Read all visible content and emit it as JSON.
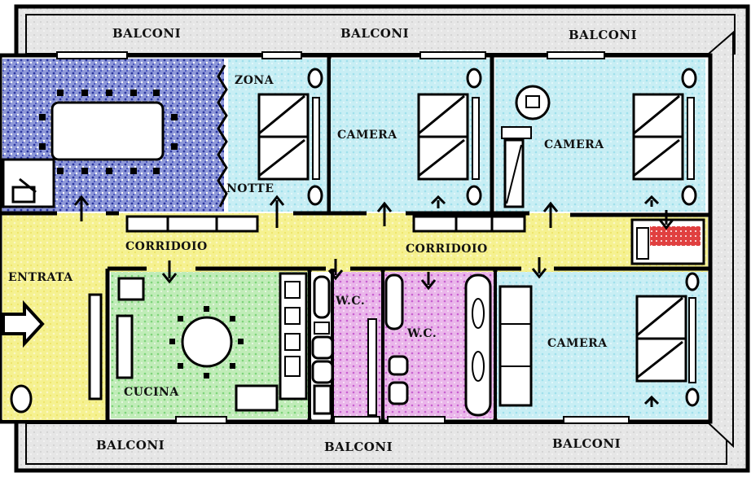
{
  "labels": {
    "balcony": "BALCONI",
    "zone": "ZONA",
    "night": "NOTTE",
    "room": "CAMERA",
    "corridor": "CORRIDOIO",
    "entrance": "ENTRATA",
    "kitchen": "CUCINA",
    "wc": "W.C."
  },
  "colors": {
    "wall": "#000000",
    "balcony": "#e4e4e4",
    "living": "#3a4ab0",
    "bedroom": "#c6ecf2",
    "corridor": "#f4f08a",
    "kitchen": "#b8eab0",
    "bathroom": "#e8a8e8",
    "closet": "#e03030"
  }
}
